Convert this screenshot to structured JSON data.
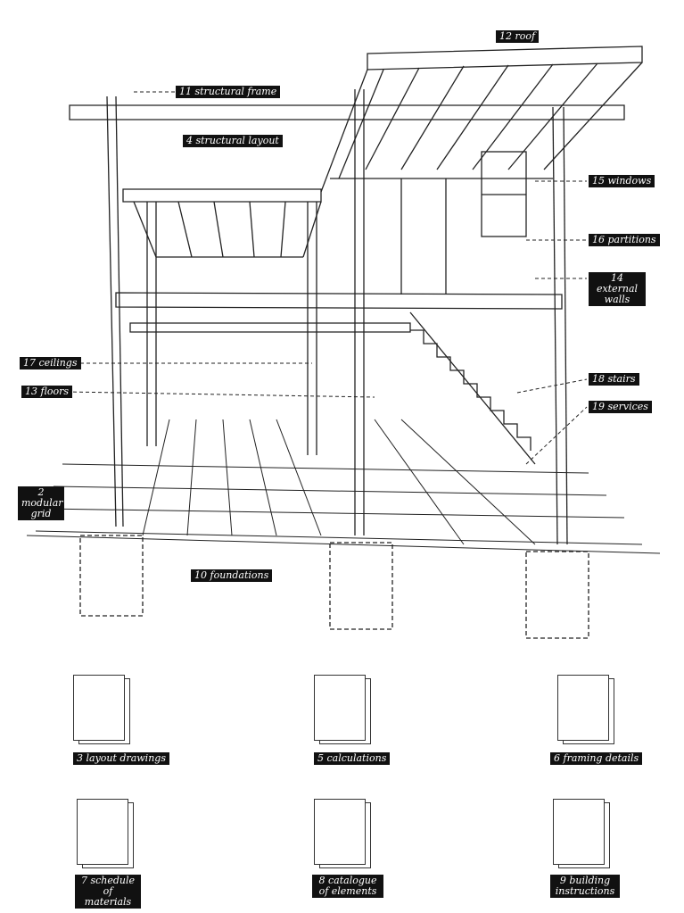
{
  "labels": {
    "roof": "12 roof",
    "structural_frame": "11 structural frame",
    "structural_layout": "4 structural layout",
    "windows": "15 windows",
    "partitions": "16 partitions",
    "external_walls": "14 external walls",
    "ceilings": "17 ceilings",
    "floors": "13 floors",
    "stairs": "18 stairs",
    "services": "19 services",
    "modular_grid": "2 modular grid",
    "foundations": "10 foundations"
  },
  "documents": [
    {
      "label": "3 layout drawings"
    },
    {
      "label": "5 calculations"
    },
    {
      "label": "6 framing details"
    },
    {
      "label": "7 schedule of materials"
    },
    {
      "label": "8 catalogue of elements"
    },
    {
      "label": "9 building instructions"
    }
  ]
}
